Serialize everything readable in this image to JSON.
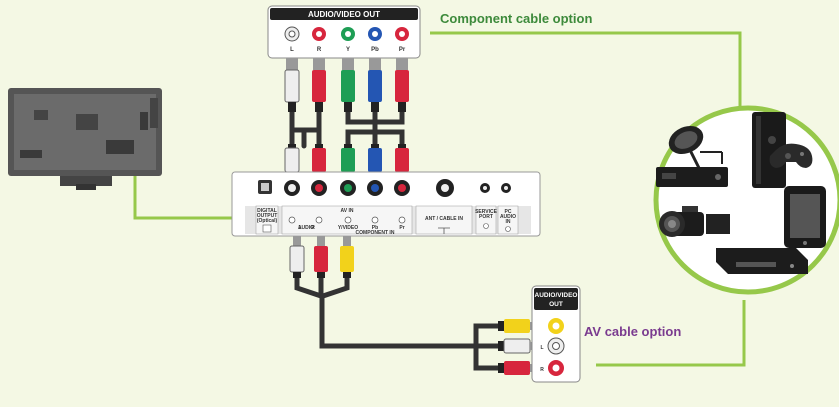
{
  "component_option": {
    "panel_title": "AUDIO/VIDEO OUT",
    "jack_labels": [
      "L",
      "R",
      "Y",
      "Pb",
      "Pr"
    ],
    "caption": "Component cable option"
  },
  "av_option": {
    "panel_title_line1": "AUDIO/VIDEO",
    "panel_title_line2": "OUT",
    "jack_labels": [
      "",
      "L",
      "R"
    ],
    "caption": "AV cable option"
  },
  "tv_panel": {
    "digital_output_lines": [
      "DIGITAL",
      "OUTPUT",
      "(Optical)"
    ],
    "av_in": "AV IN",
    "audio": "AUDIO",
    "audio_l": "L",
    "audio_r": "R",
    "y_video": "Y/VIDEO",
    "pb": "Pb",
    "pr": "Pr",
    "component_in": "COMPONENT IN",
    "ant_cable_in": "ANT / CABLE IN",
    "service_port_lines": [
      "SERVICE",
      "PORT"
    ],
    "pc_audio_in_lines": [
      "PC",
      "AUDIO",
      "IN"
    ]
  },
  "colors": {
    "background": "#f4f8e4",
    "accent_green": "#96c84a",
    "caption_green": "#3d8a3b",
    "caption_purple": "#7a3b8f",
    "white_plug": "#eeeeee",
    "red_plug": "#d7263d",
    "green_plug": "#1e9e55",
    "blue_plug": "#2456b3",
    "yellow_plug": "#f2d21b"
  },
  "icons": [
    "tv-back-icon",
    "satellite-receiver-icon",
    "game-console-icon",
    "tablet-icon",
    "camcorder-icon",
    "dvd-player-icon"
  ]
}
